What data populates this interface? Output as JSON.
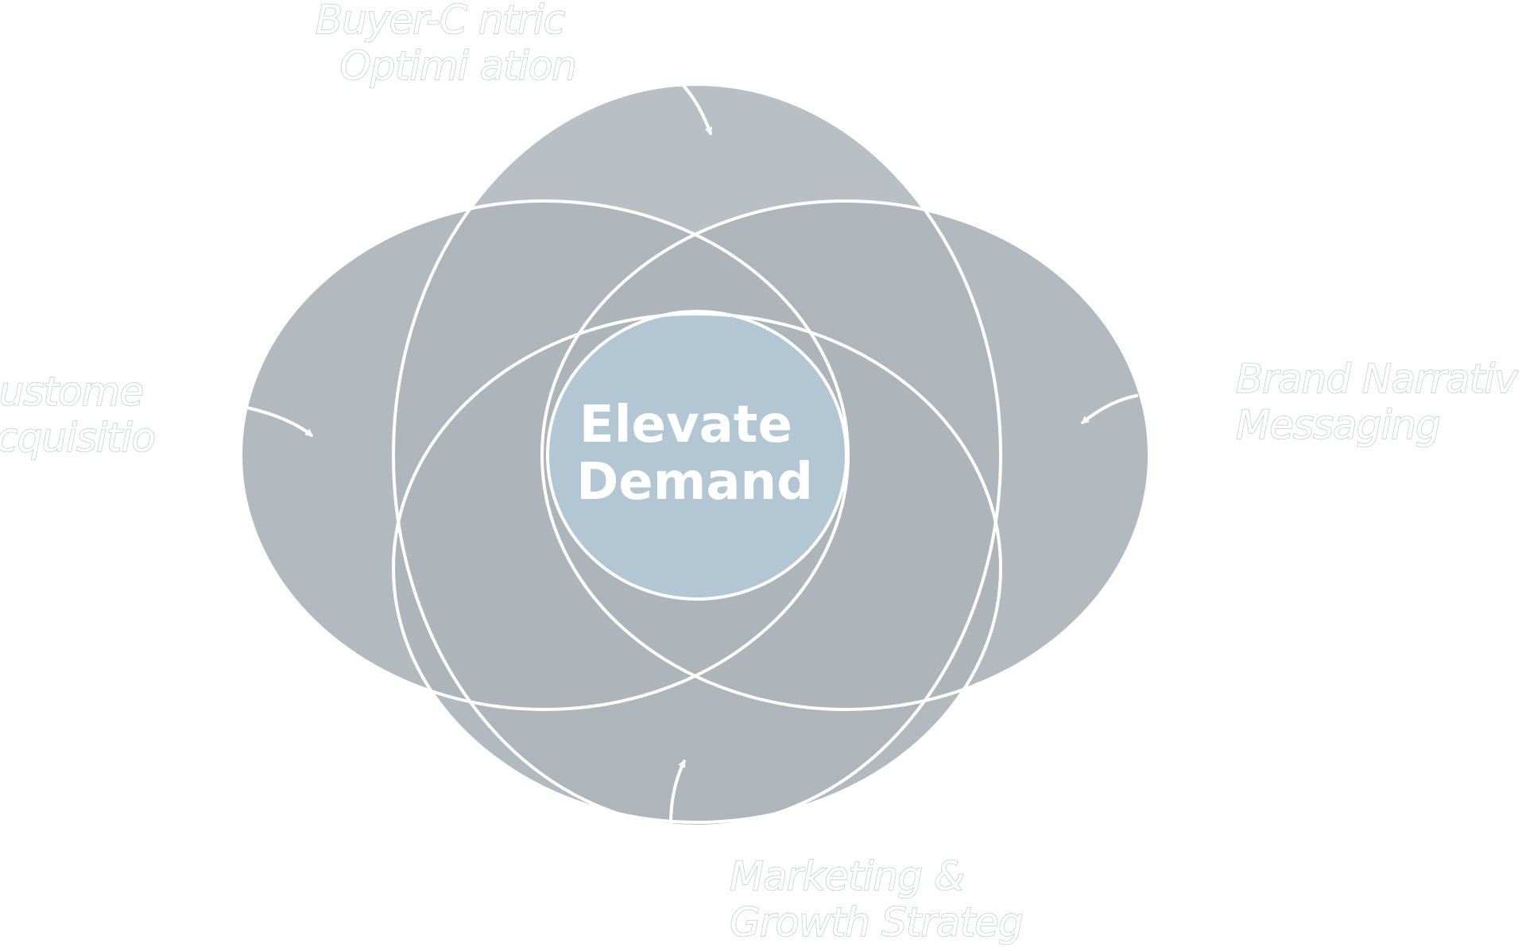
{
  "diagram": {
    "center_label": [
      "Elevate",
      "Demand"
    ],
    "labels": {
      "top": [
        "Buyer-C ntric",
        "Optimi ation"
      ],
      "left": [
        "Custome",
        "Acquisitio"
      ],
      "right": [
        "Brand Narrativ  &",
        "Messaging"
      ],
      "bottom": [
        "Marketing &",
        "Growth Strateg"
      ]
    },
    "colors": {
      "top_circle": "#b2bac0",
      "left_circle": "#adb4ba",
      "right_circle": "#adb4ba",
      "bottom_circle": "#adb4ba",
      "top_lens": "#a5b4bd",
      "center_region": "#b2c7d3",
      "outline": "#ffffff",
      "label_text": "#ffffff",
      "label_stroke": "#c7ccd0"
    }
  }
}
